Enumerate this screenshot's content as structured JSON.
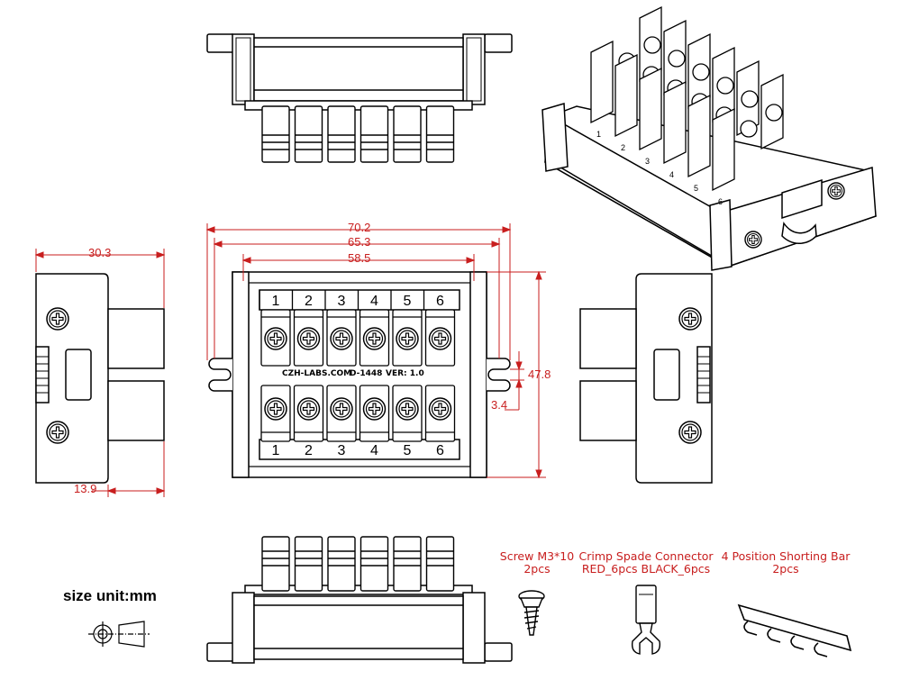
{
  "dimensions": {
    "overall_length": "70.2",
    "rail_length": "65.3",
    "terminal_span": "58.5",
    "height": "47.8",
    "slot_width": "3.4",
    "depth": "30.3",
    "base_depth": "13.9"
  },
  "positions": [
    "1",
    "2",
    "3",
    "4",
    "5",
    "6"
  ],
  "board_text": {
    "brand": "CZH-LABS.COM",
    "model": "D-1448",
    "version": "VER: 1.0"
  },
  "accessories": [
    {
      "name": "Screw M3*10",
      "qty": "2pcs"
    },
    {
      "name": "Crimp Spade Connector",
      "qty": "RED_6pcs BLACK_6pcs"
    },
    {
      "name": "4 Position Shorting Bar",
      "qty": "2pcs"
    }
  ],
  "unit_note": "size unit:mm",
  "colors": {
    "dimension": "#c81e1e",
    "outline": "#000000"
  }
}
